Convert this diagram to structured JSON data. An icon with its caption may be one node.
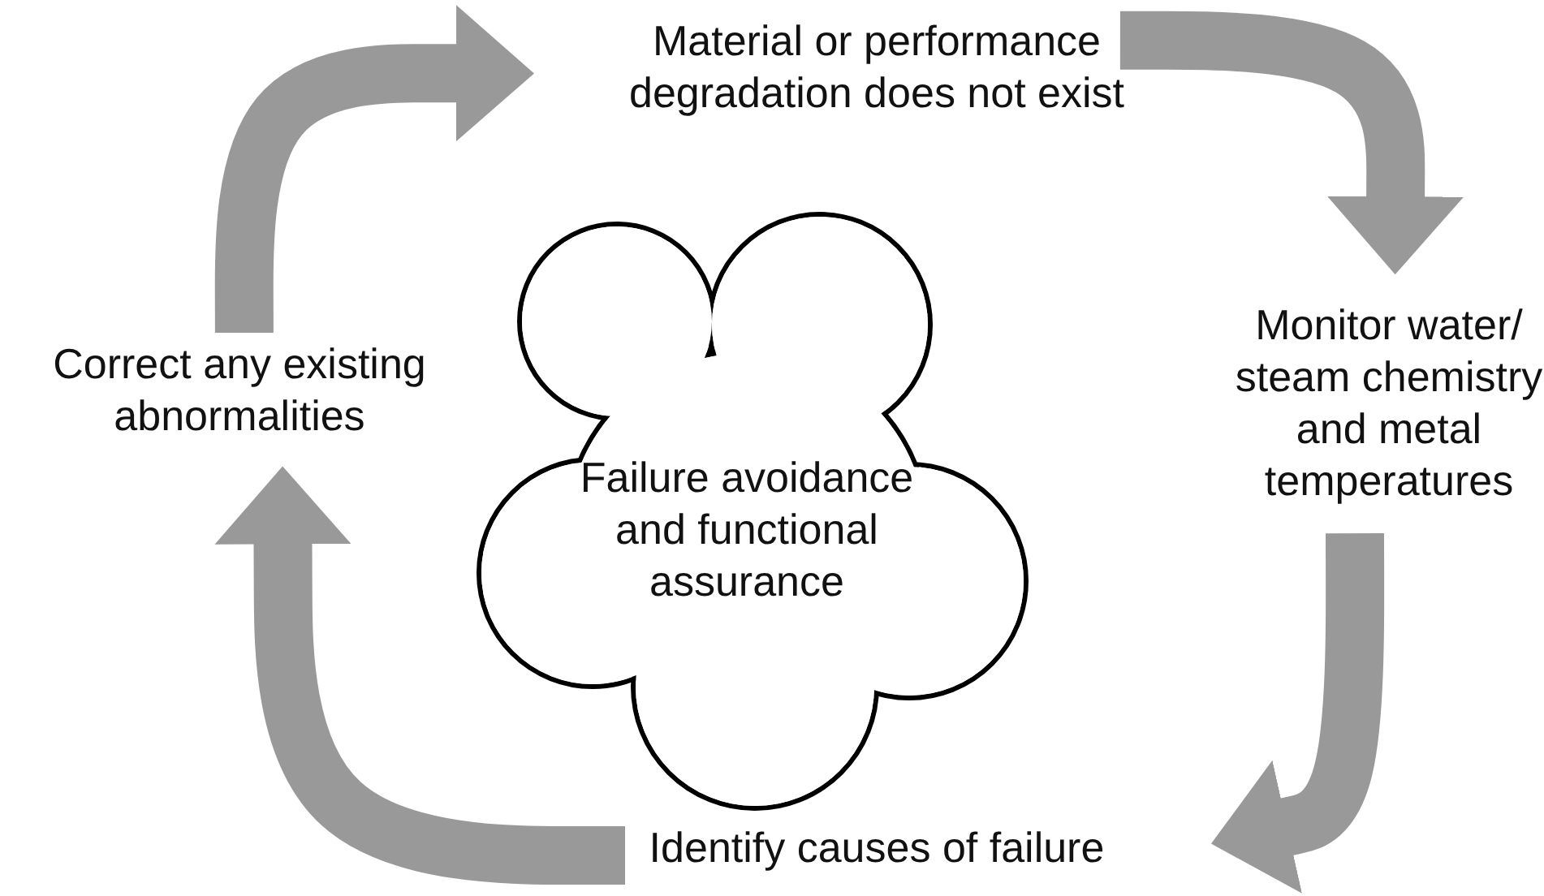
{
  "diagram": {
    "nodes": [
      {
        "text": [
          "Material or performance degradation does not exist"
        ]
      },
      {
        "text": [
          "Monitor water/ steam chemistry and metal temperatures"
        ]
      },
      {
        "text": [
          "Identify causes of failure"
        ]
      },
      {
        "text": [
          "Correct any existing abnormalities"
        ]
      },
      {
        "text": [
          "Failure avoidance and functional assurance"
        ]
      }
    ],
    "edges": [
      {
        "from": 3,
        "to": 0,
        "arrow": "to"
      },
      {
        "from": 0,
        "to": 1,
        "arrow": "to"
      },
      {
        "from": 1,
        "to": 2,
        "arrow": "to"
      },
      {
        "from": 2,
        "to": 3,
        "arrow": "to"
      }
    ]
  }
}
